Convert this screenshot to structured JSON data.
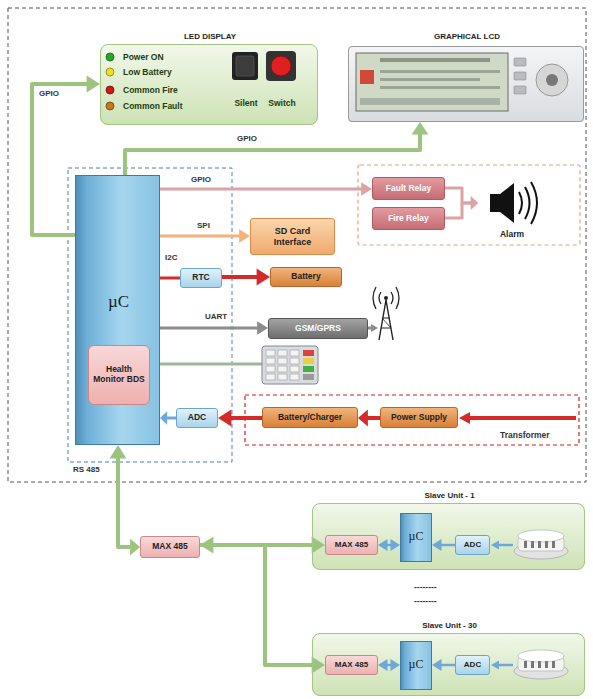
{
  "diagram": {
    "nodes": [
      {
        "text": [
          "LED DISPLAY",
          "Power ON",
          "Low Battery",
          "Common Fire",
          "Common Fault",
          "Silent",
          "Switch"
        ]
      },
      {
        "text": [
          "GRAPHICAL LCD"
        ]
      },
      {
        "text": [
          "µC"
        ]
      },
      {
        "text": [
          "Fault Relay"
        ]
      },
      {
        "text": [
          "Fire Relay"
        ]
      },
      {
        "text": [
          "Alarm"
        ]
      },
      {
        "text": [
          "SD Card Interface"
        ]
      },
      {
        "text": [
          "RTC"
        ]
      },
      {
        "text": [
          "Battery"
        ]
      },
      {
        "text": [
          "GSM/GPRS"
        ]
      },
      {
        "text": [
          "Health Monitor BDS"
        ],
        "in": 2
      },
      {
        "text": [
          "ADC"
        ]
      },
      {
        "text": [
          "Battery/Charger"
        ]
      },
      {
        "text": [
          "Power Supply"
        ]
      },
      {
        "text": [
          "MAX 485"
        ]
      },
      {
        "text": [
          "Slave Unit - 1"
        ]
      },
      {
        "text": [
          "MAX 485"
        ],
        "in": 15
      },
      {
        "text": [
          "µC"
        ],
        "in": 15
      },
      {
        "text": [
          "ADC"
        ],
        "in": 15
      },
      {
        "text": [
          "Slave Unit - 30"
        ]
      },
      {
        "text": [
          "MAX 485"
        ],
        "in": 19
      },
      {
        "text": [
          "µC"
        ],
        "in": 19
      },
      {
        "text": [
          "ADC"
        ],
        "in": 19
      }
    ],
    "edges": [
      {
        "from": 2,
        "to": 0,
        "arrow": "to",
        "label": "GPIO"
      },
      {
        "from": 2,
        "to": 1,
        "arrow": "to",
        "label": "GPIO"
      },
      {
        "from": 2,
        "to": 3,
        "arrow": "to",
        "label": "GPIO"
      },
      {
        "from": 3,
        "to": 5,
        "arrow": "to"
      },
      {
        "from": 4,
        "to": 5,
        "arrow": "to"
      },
      {
        "from": 2,
        "to": 6,
        "arrow": "to",
        "label": "SPI"
      },
      {
        "from": 2,
        "to": 7,
        "arrow": "none",
        "label": "I2C"
      },
      {
        "from": 7,
        "to": 8,
        "arrow": "to"
      },
      {
        "from": 2,
        "to": 9,
        "arrow": "to",
        "label": "UART"
      },
      {
        "from": 11,
        "to": 2,
        "arrow": "to"
      },
      {
        "from": 12,
        "to": 11,
        "arrow": "to"
      },
      {
        "from": 13,
        "to": 12,
        "arrow": "to"
      },
      {
        "from": 2,
        "to": 14,
        "arrow": "both",
        "label": "RS 485"
      },
      {
        "from": 14,
        "to": 16,
        "arrow": "both"
      },
      {
        "from": 14,
        "to": 20,
        "arrow": "to"
      },
      {
        "from": 16,
        "to": 17,
        "arrow": "both"
      },
      {
        "from": 18,
        "to": 17,
        "arrow": "to"
      },
      {
        "from": 20,
        "to": 21,
        "arrow": "both"
      },
      {
        "from": 22,
        "to": 21,
        "arrow": "to"
      }
    ],
    "labels": [
      "Transformer",
      "--------",
      "--------"
    ]
  }
}
